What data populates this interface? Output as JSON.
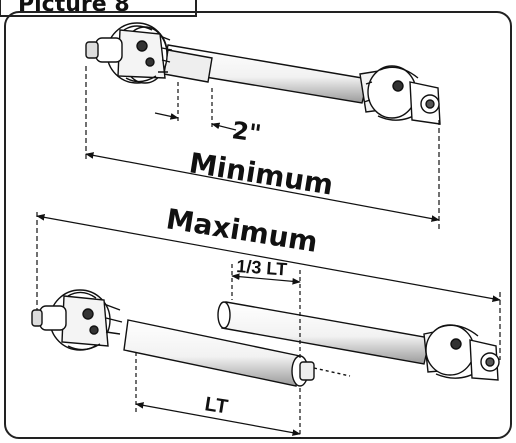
{
  "header": {
    "tab_label": "Picture 8"
  },
  "labels": {
    "inner_gap": "2\"",
    "minimum": "Minimum",
    "maximum": "Maximum",
    "one_third_lt": "1/3 LT",
    "lt": "LT"
  },
  "colors": {
    "line": "#111111",
    "panel_border": "#222222",
    "shaft_fill": "#ffffff",
    "shadow": "#cfcfcf"
  }
}
